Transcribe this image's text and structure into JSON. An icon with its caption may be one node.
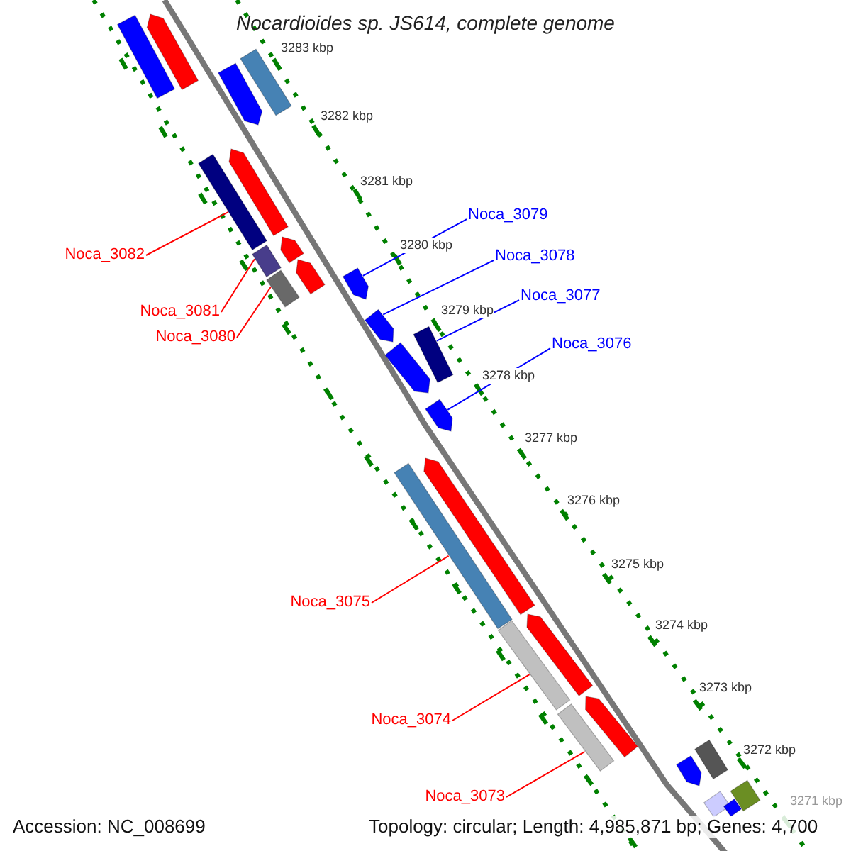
{
  "diagram": {
    "title": "Nocardioides sp. JS614, complete genome",
    "nodes": [
      {
        "text": [
          "Noca_3082"
        ]
      },
      {
        "text": [
          "Noca_3081"
        ]
      },
      {
        "text": [
          "Noca_3080"
        ]
      },
      {
        "text": [
          "Noca_3079"
        ]
      },
      {
        "text": [
          "Noca_3078"
        ]
      },
      {
        "text": [
          "Noca_3077"
        ]
      },
      {
        "text": [
          "Noca_3076"
        ]
      },
      {
        "text": [
          "Noca_3075"
        ]
      },
      {
        "text": [
          "Noca_3074"
        ]
      },
      {
        "text": [
          "Noca_3073"
        ]
      },
      {
        "text": [],
        "shape": "bar"
      },
      {
        "text": [],
        "shape": "pentagon"
      },
      {
        "text": [],
        "shape": "bar"
      },
      {
        "text": [],
        "shape": "pentagon"
      },
      {
        "text": [],
        "shape": "pentagon"
      },
      {
        "text": [],
        "shape": "bar"
      },
      {
        "text": [],
        "shape": "pentagon"
      },
      {
        "text": [],
        "shape": "bar"
      },
      {
        "text": [],
        "shape": "pentagon"
      },
      {
        "text": [],
        "shape": "bar"
      },
      {
        "text": [],
        "shape": "pentagon"
      },
      {
        "text": [],
        "shape": "pentagon"
      },
      {
        "text": [],
        "shape": "bar"
      },
      {
        "text": [],
        "shape": "pentagon"
      },
      {
        "text": [],
        "shape": "pentagon"
      },
      {
        "text": [],
        "shape": "pentagon"
      },
      {
        "text": [],
        "shape": "bar"
      },
      {
        "text": [],
        "shape": "pentagon"
      },
      {
        "text": [],
        "shape": "bar"
      },
      {
        "text": [],
        "shape": "pentagon"
      },
      {
        "text": [],
        "shape": "bar"
      },
      {
        "text": [],
        "shape": "bar"
      },
      {
        "text": [],
        "shape": "pentagon"
      },
      {
        "text": [],
        "shape": "bar"
      },
      {
        "text": [],
        "shape": "bar"
      },
      {
        "text": [],
        "shape": "bar"
      }
    ],
    "edges": [
      {
        "from": 0,
        "to": 15,
        "arrow": "none"
      },
      {
        "from": 1,
        "to": 17,
        "arrow": "none"
      },
      {
        "from": 2,
        "to": 19,
        "arrow": "none"
      },
      {
        "from": 3,
        "to": 20,
        "arrow": "none",
        "color": "#0000ff"
      },
      {
        "from": 4,
        "to": 21,
        "arrow": "none",
        "color": "#0000ff"
      },
      {
        "from": 5,
        "to": 22,
        "arrow": "none",
        "color": "#0000ff"
      },
      {
        "from": 6,
        "to": 24,
        "arrow": "none",
        "color": "#0000ff"
      },
      {
        "from": 7,
        "to": 26,
        "arrow": "none"
      },
      {
        "from": 8,
        "to": 28,
        "arrow": "none"
      },
      {
        "from": 9,
        "to": 30,
        "arrow": "none"
      }
    ],
    "labels": [
      "3283 kbp",
      "3282 kbp",
      "3281 kbp",
      "3280 kbp",
      "3279 kbp",
      "3278 kbp",
      "3277 kbp",
      "3276 kbp",
      "3275 kbp",
      "3274 kbp",
      "3273 kbp",
      "3272 kbp",
      "3271 kbp",
      "Accession: NC_008699",
      "Topology: circular; Length: 4,985,871 bp; Genes: 4,700"
    ]
  }
}
